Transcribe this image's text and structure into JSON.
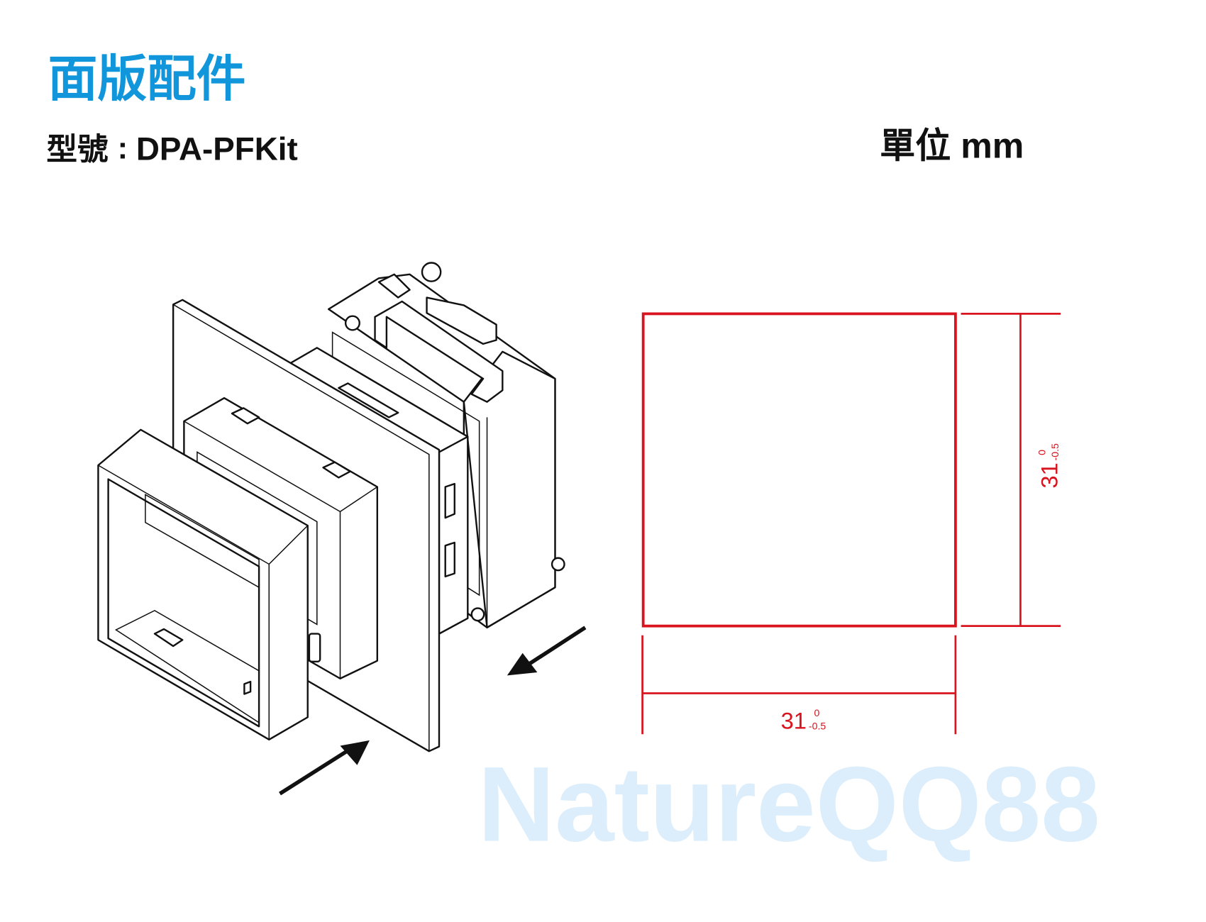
{
  "header": {
    "title": "面版配件",
    "model_label": "型號",
    "model_separator": ":",
    "model_value": "DPA-PFKit",
    "unit_label": "單位 mm"
  },
  "drawing": {
    "cutout_width": {
      "nominal": "31",
      "upper_tolerance": "0",
      "lower_tolerance": "-0.5"
    },
    "cutout_height": {
      "nominal": "31",
      "upper_tolerance": "0",
      "lower_tolerance": "-0.5"
    },
    "line_color": "#d9141e"
  },
  "watermark": "NatureQQ88",
  "colors": {
    "title": "#1296db",
    "watermark": "#dceefb"
  }
}
